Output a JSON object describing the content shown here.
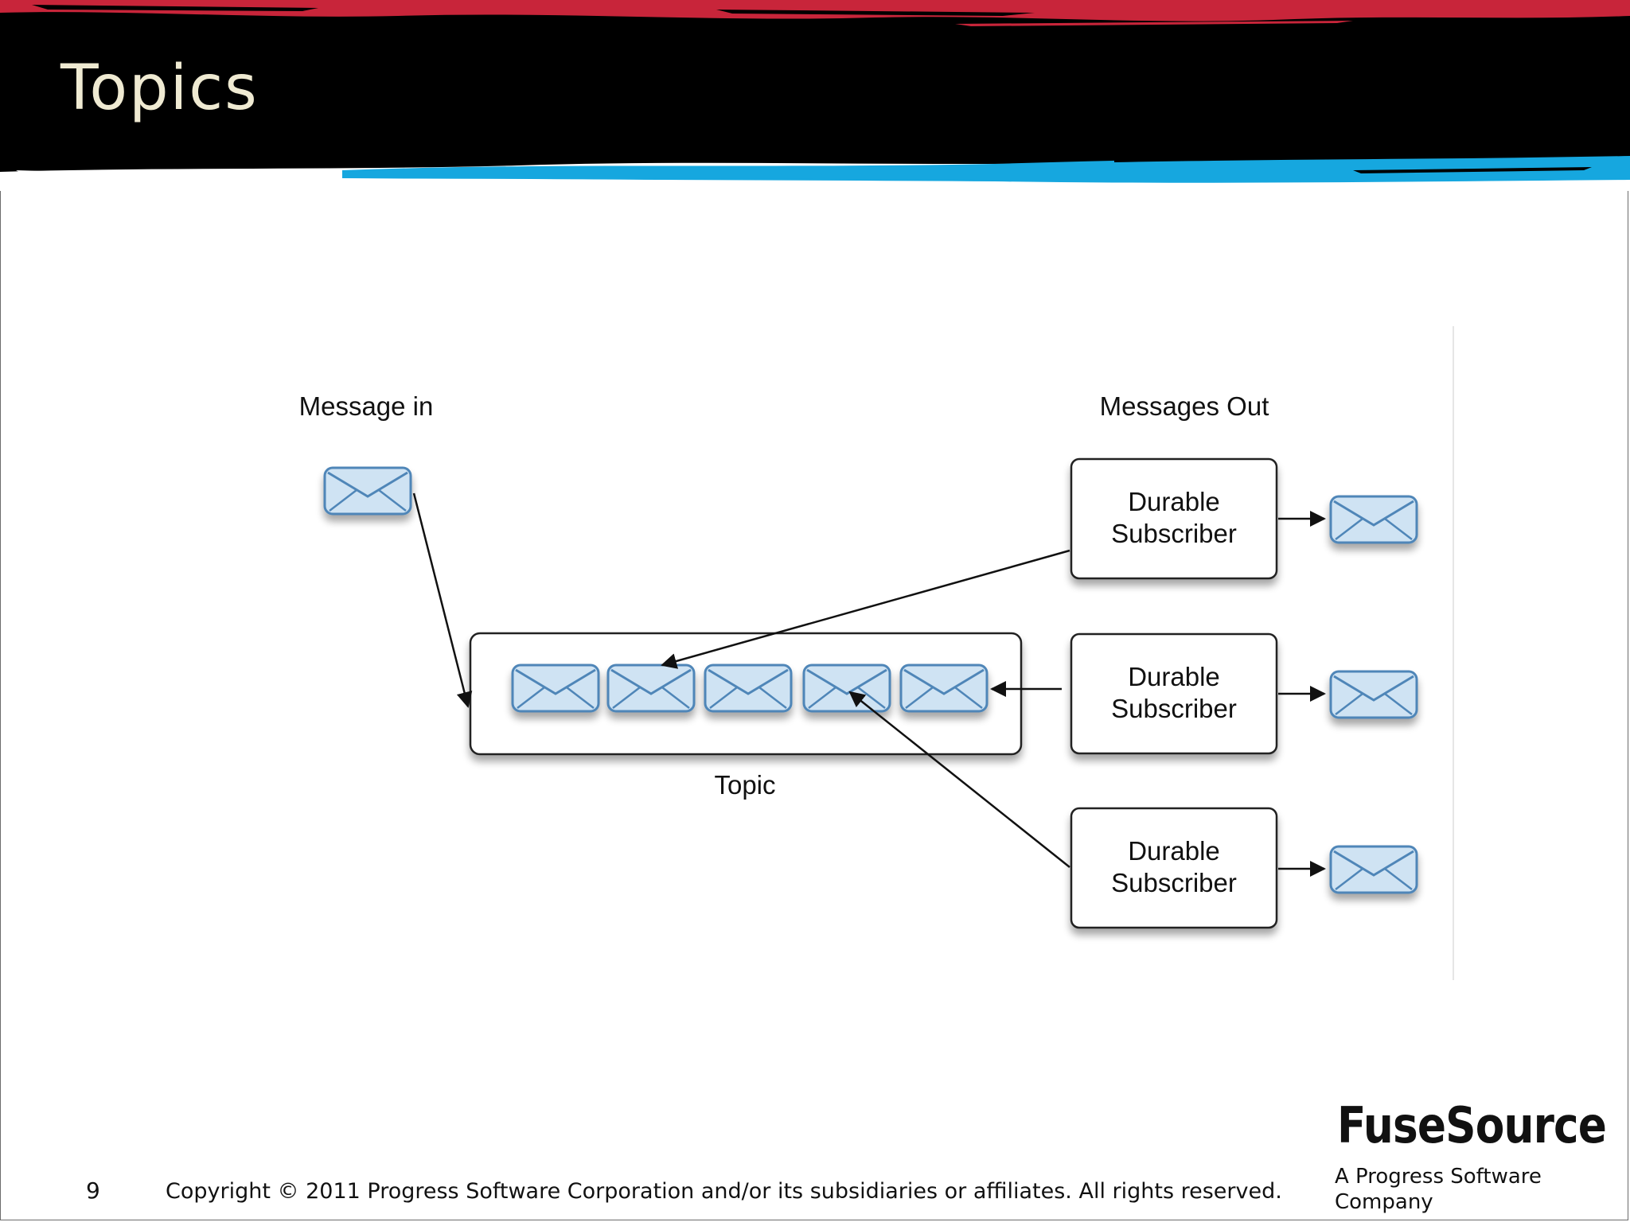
{
  "slide": {
    "title": "Topics",
    "page_number": "9",
    "copyright": "Copyright © 2011  Progress Software Corporation and/or its subsidiaries or affiliates. All rights reserved.",
    "logo_text": "FuseSource",
    "tagline": "A Progress Software Company"
  },
  "diagram": {
    "message_in_label": "Message in",
    "messages_out_label": "Messages Out",
    "topic_label": "Topic",
    "subscribers": [
      {
        "line1": "Durable",
        "line2": "Subscriber"
      },
      {
        "line1": "Durable",
        "line2": "Subscriber"
      },
      {
        "line1": "Durable",
        "line2": "Subscriber"
      }
    ],
    "topic_message_count": 5
  },
  "colors": {
    "banner_black": "#000000",
    "banner_red": "#c8253a",
    "banner_blue": "#16a7df",
    "title_text": "#efead2",
    "envelope_fill": "#cfe3f3",
    "envelope_stroke": "#4f86b8"
  }
}
